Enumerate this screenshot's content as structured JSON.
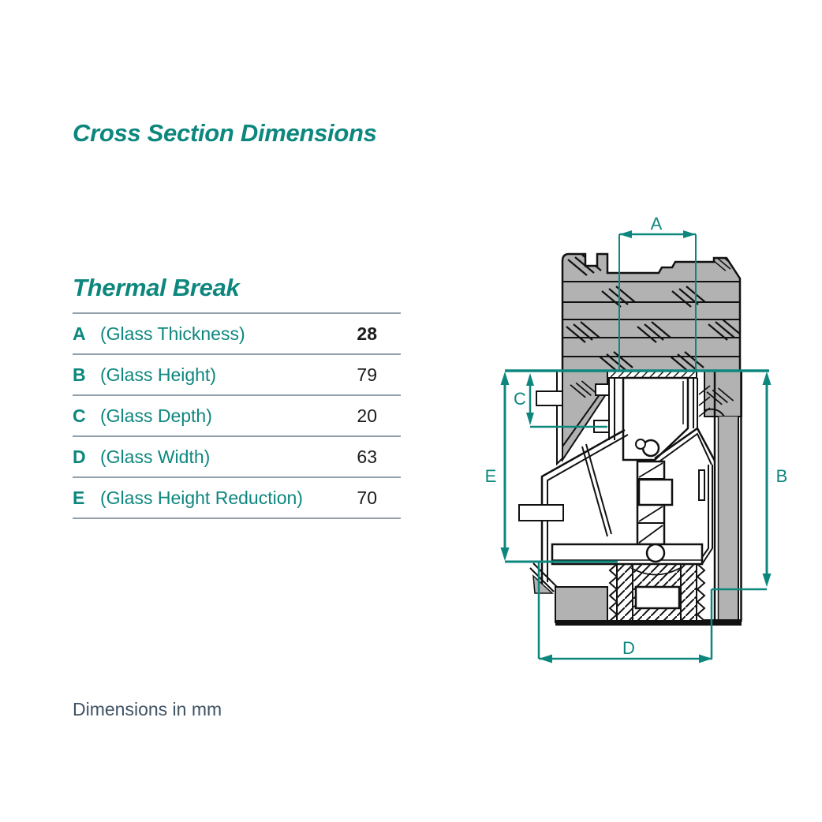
{
  "page": {
    "title": "Cross Section Dimensions",
    "section_title": "Thermal Break",
    "footnote": "Dimensions in mm"
  },
  "table": {
    "rows": [
      {
        "key": "A",
        "label": "(Glass Thickness)",
        "value": "28"
      },
      {
        "key": "B",
        "label": "(Glass Height)",
        "value": "79"
      },
      {
        "key": "C",
        "label": "(Glass Depth)",
        "value": "20"
      },
      {
        "key": "D",
        "label": "(Glass Width)",
        "value": "63"
      },
      {
        "key": "E",
        "label": "(Glass Height Reduction)",
        "value": "70"
      }
    ]
  },
  "diagram": {
    "labels": {
      "a": "A",
      "b": "B",
      "c": "C",
      "d": "D",
      "e": "E"
    },
    "colors": {
      "dimension_teal": "#0d877e",
      "frame_gray": "#b2b2b2",
      "line_black": "#1a1a1a",
      "separator_gray": "#93a0aa",
      "footnote_gray": "#3e5263"
    }
  }
}
